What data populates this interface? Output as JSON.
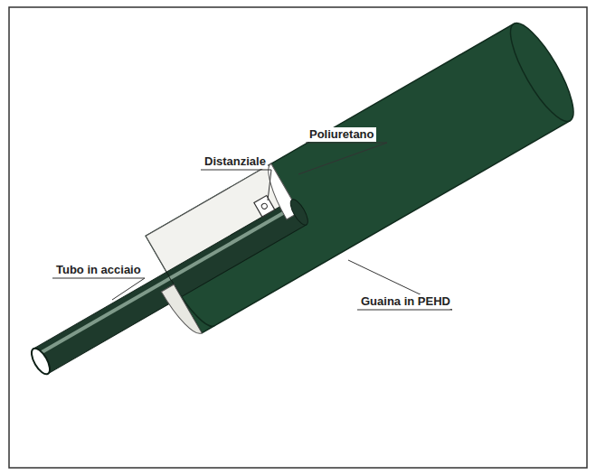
{
  "diagram": {
    "labels": [
      "Poliuretano",
      "Distanziale",
      "Tubo in acciaio",
      "Guaina in PEHD"
    ]
  }
}
